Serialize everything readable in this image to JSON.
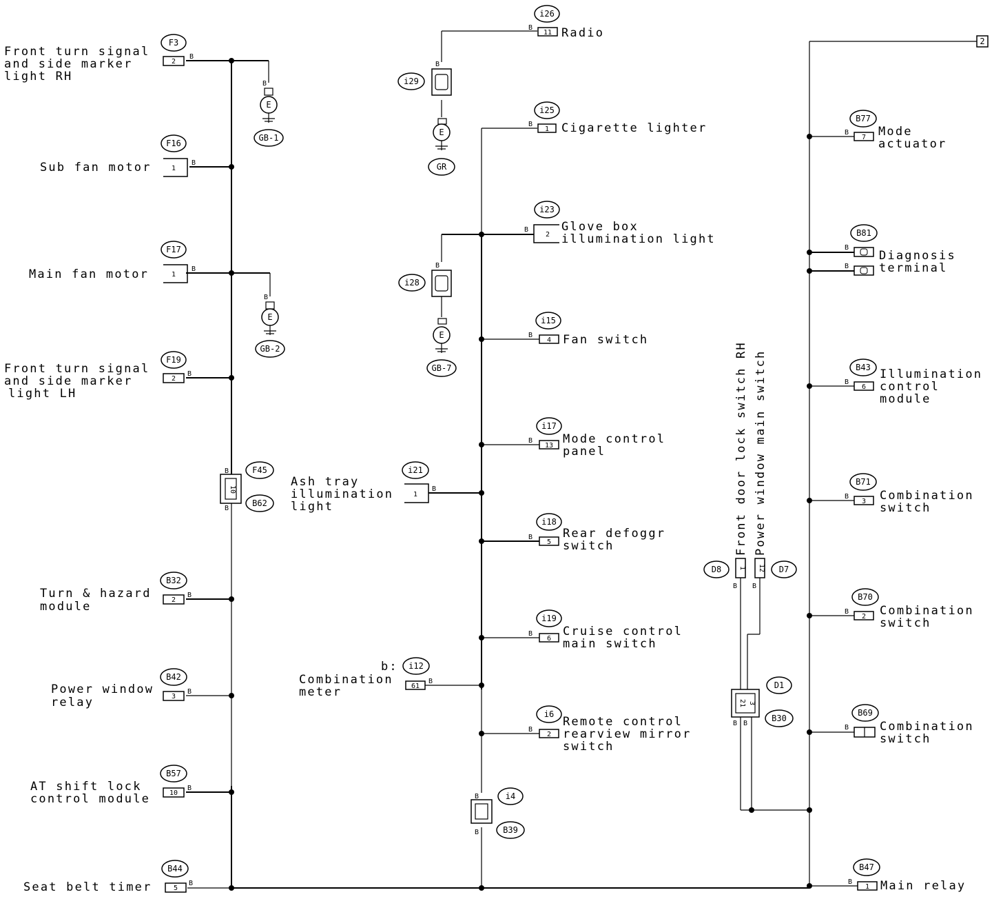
{
  "components": {
    "front_turn_rh": {
      "code": "F3",
      "pin": "2",
      "lines": [
        "Front turn signal",
        "and side marker",
        "light RH"
      ]
    },
    "sub_fan": {
      "code": "F16",
      "pin": "1",
      "lines": [
        "Sub fan motor"
      ]
    },
    "main_fan": {
      "code": "F17",
      "pin": "1",
      "lines": [
        "Main fan motor"
      ]
    },
    "front_turn_lh": {
      "code": "F19",
      "pin": "2",
      "lines": [
        "Front turn signal",
        "and side marker",
        "light LH"
      ]
    },
    "turn_hazard": {
      "code": "B32",
      "pin": "2",
      "lines": [
        "Turn & hazard",
        "module"
      ]
    },
    "pw_relay": {
      "code": "B42",
      "pin": "3",
      "lines": [
        "Power window",
        "relay"
      ]
    },
    "at_shift": {
      "code": "B57",
      "pin": "10",
      "lines": [
        "AT shift lock",
        "control module"
      ]
    },
    "seat_belt": {
      "code": "B44",
      "pin": "5",
      "lines": [
        "Seat belt timer"
      ]
    },
    "radio": {
      "code": "i26",
      "pin": "11",
      "lines": [
        "Radio"
      ]
    },
    "cig": {
      "code": "i25",
      "pin": "1",
      "lines": [
        "Cigarette lighter"
      ]
    },
    "glove": {
      "code": "i23",
      "pin": "2",
      "lines": [
        "Glove box",
        "illumination light"
      ]
    },
    "fan_sw": {
      "code": "i15",
      "pin": "4",
      "lines": [
        "Fan switch"
      ]
    },
    "mode_panel": {
      "code": "i17",
      "pin": "13",
      "lines": [
        "Mode control",
        "panel"
      ]
    },
    "ash": {
      "code": "i21",
      "pin": "1",
      "lines": [
        "Ash tray",
        "illumination",
        "light"
      ]
    },
    "rear_def": {
      "code": "i18",
      "pin": "5",
      "lines": [
        "Rear defoggr",
        "switch"
      ]
    },
    "cruise": {
      "code": "i19",
      "pin": "6",
      "lines": [
        "Cruise control",
        "main switch"
      ]
    },
    "comb_meter": {
      "code": "i12",
      "prefix": "b:",
      "pin": "61",
      "lines": [
        "Combination",
        "meter"
      ]
    },
    "mirror": {
      "code": "i6",
      "pin": "2",
      "lines": [
        "Remote control",
        "rearview mirror",
        "switch"
      ]
    },
    "mode_act": {
      "code": "B77",
      "pin": "7",
      "lines": [
        "Mode",
        "actuator"
      ]
    },
    "diag": {
      "code": "B81",
      "lines": [
        "Diagnosis",
        "terminal"
      ]
    },
    "illum_mod": {
      "code": "B43",
      "pin": "6",
      "lines": [
        "Illumination",
        "control",
        "module"
      ]
    },
    "comb71": {
      "code": "B71",
      "pin": "3",
      "lines": [
        "Combination",
        "switch"
      ]
    },
    "comb70": {
      "code": "B70",
      "pin": "2",
      "lines": [
        "Combination",
        "switch"
      ]
    },
    "comb69": {
      "code": "B69",
      "lines": [
        "Combination",
        "switch"
      ]
    },
    "main_relay": {
      "code": "B47",
      "pin": "1",
      "lines": [
        "Main relay"
      ]
    }
  },
  "vertical_labels": {
    "d8": "Front door lock switch RH",
    "d7": "Power window main switch"
  },
  "connectors": {
    "f45": "F45",
    "b62": "B62",
    "f45_pin": "10",
    "i29": "i29",
    "i28": "i28",
    "i4": "i4",
    "b39": "B39",
    "d8": "D8",
    "d7": "D7",
    "d8_pin": "1",
    "d7_pin": "12",
    "d1": "D1",
    "b30": "B30",
    "d1_pin_a": "21",
    "d1_pin_b": "3"
  },
  "grounds": {
    "gb1": "GB-1",
    "gb2": "GB-2",
    "gr": "GR",
    "gb7": "GB-7",
    "e": "E"
  },
  "wire_color": "B",
  "continuation": "2"
}
